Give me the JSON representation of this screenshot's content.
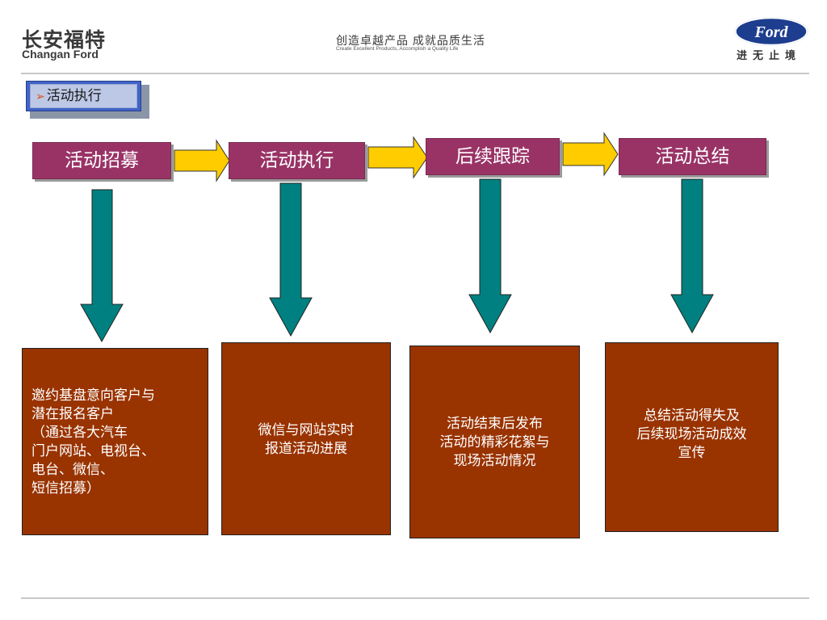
{
  "header": {
    "brand_cn": "长安福特",
    "brand_en": "Changan Ford",
    "slogan_cn": "创造卓越产品   成就品质生活",
    "slogan_en": "Create Excellent Products, Accomplish a Quality Life",
    "ford_logo_text": "Ford",
    "ford_tagline": "进无止境"
  },
  "section": {
    "bullet": "➢",
    "label": "活动执行"
  },
  "stages": [
    {
      "label": "活动招募"
    },
    {
      "label": "活动执行"
    },
    {
      "label": "后续跟踪"
    },
    {
      "label": "活动总结"
    }
  ],
  "descriptions": [
    {
      "lines": [
        "邀约基盘意向客户与",
        "潜在报名客户",
        "（通过各大汽车",
        "门户网站、电视台、",
        "电台、微信、",
        "短信招募）"
      ]
    },
    {
      "lines": [
        "微信与网站实时",
        "报道活动进展"
      ]
    },
    {
      "lines": [
        "活动结束后发布",
        "活动的精彩花絮与",
        "现场活动情况"
      ]
    },
    {
      "lines": [
        "总结活动得失及",
        "后续现场活动成效",
        "宣传"
      ]
    }
  ],
  "colors": {
    "stage_fill": "#993366",
    "box_fill": "#993300",
    "down_arrow": "#008080",
    "right_arrow": "#ffcc00"
  }
}
